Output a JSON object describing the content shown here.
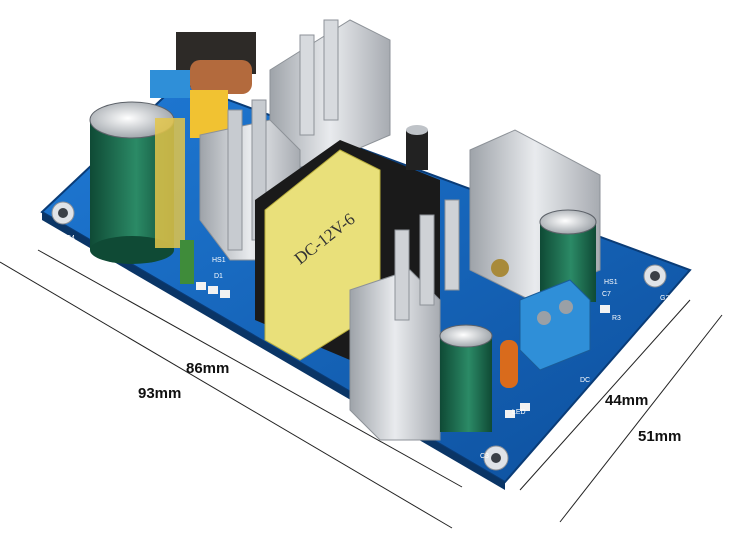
{
  "dimensions": {
    "length_inner": "86mm",
    "length_outer": "93mm",
    "width_inner": "44mm",
    "width_outer": "51mm"
  },
  "transformer": {
    "label": "DC-12V-6"
  },
  "board_markings": {
    "c4": "C4",
    "hs1": "HS1",
    "d1": "D1",
    "c3": "C3",
    "c7": "C7",
    "hs1_right": "HS1",
    "g2": "G2",
    "r3": "R3",
    "dc": "DC",
    "led": "LED"
  },
  "colors": {
    "pcb": "#1565c0",
    "heatsink": "#cfd2d6",
    "transformer_tape": "#e9e07a",
    "capacitor": "#1f6b4f",
    "terminal": "#2f8fd8"
  }
}
